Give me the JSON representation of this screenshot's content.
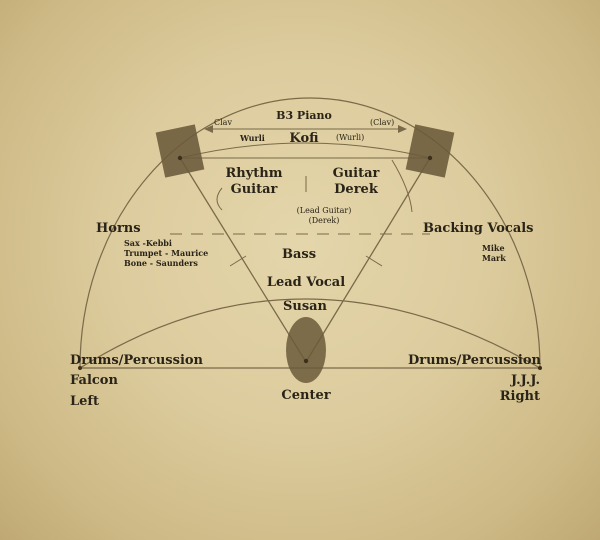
{
  "top": {
    "b3_piano": "B3 Piano",
    "clav_left": "Clav",
    "clav_right": "(Clav)",
    "wurli_left": "Wurli",
    "wurli_right": "(Wurli)",
    "kofi": "Kofi"
  },
  "rhythm_guitar": [
    "Rhythm",
    "Guitar"
  ],
  "guitar_derek": [
    "Guitar",
    "Derek"
  ],
  "lead_guitar": [
    "(Lead Guitar)",
    "(Derek)"
  ],
  "horns": {
    "title": "Horns",
    "members": [
      "Sax -Kebbi",
      "Trumpet - Maurice",
      "Bone - Saunders"
    ]
  },
  "backing_vocals": {
    "title": "Backing Vocals",
    "members": [
      "Mike",
      "Mark"
    ]
  },
  "center": {
    "bass": "Bass",
    "lead_vocal": "Lead Vocal",
    "susan": "Susan",
    "center": "Center"
  },
  "left": {
    "drums": "Drums/Percussion",
    "name": "Falcon",
    "side": "Left"
  },
  "right": {
    "drums": "Drums/Percussion",
    "name": "J.J.J.",
    "side": "Right"
  },
  "colors": {
    "line": "#7a6a4a",
    "speaker": "#6b5a3a",
    "background": "#dccb9d",
    "text": "#2a2418"
  }
}
